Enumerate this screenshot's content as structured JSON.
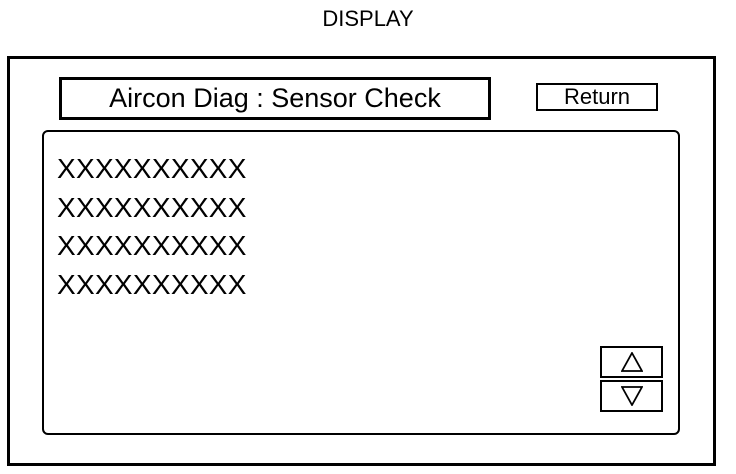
{
  "caption": "DISPLAY",
  "screen": {
    "title": "Aircon Diag : Sensor Check",
    "return_label": "Return",
    "rows": [
      "XXXXXXXXXX",
      "XXXXXXXXXX",
      "XXXXXXXXXX",
      "XXXXXXXXXX"
    ],
    "scroll_up_icon": "up-triangle-icon",
    "scroll_down_icon": "down-triangle-icon"
  }
}
